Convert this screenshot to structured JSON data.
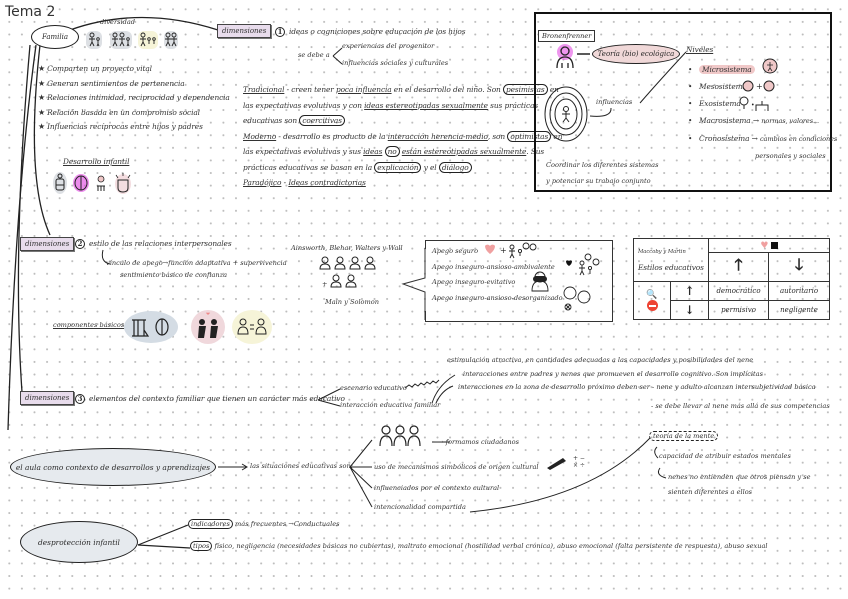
{
  "title": "Tema 2",
  "familia": {
    "label": "Familia",
    "diversidad_label": "diversidad",
    "bullets": [
      "Comparten un proyecto vital",
      "Generan sentimientos de pertenencia",
      "Relaciones intimidad, reciprocidad y dependencia",
      "Relación basada en un compromiso social",
      "Influencias recíprocas entre hijos y padres"
    ],
    "desarrollo_infantil_label": "Desarrollo infantil"
  },
  "dimension1": {
    "tag": "dimensiones",
    "number": "1",
    "text": "ideas o cogniciones sobre educación de los hijos",
    "se_debe_a": "se debe a",
    "branches": [
      "experiencias del progenitor",
      "influencias sociales y culturales"
    ],
    "tradicional": {
      "label": "Tradicional",
      "line1": " - creen tener ",
      "poca": "poca influencia",
      "line1b": " en el desarrollo del niño. Son ",
      "pesimistas": "pesimistas",
      "line1c": " en",
      "line2a": "las expectativas evolutivas y con ",
      "ideas": "ideas estereotipadas sexualmente",
      "line2b": " sus prácticas",
      "line3a": "educativas son ",
      "coercitivas": "coercitivas"
    },
    "moderno": {
      "label": "Moderno",
      "line1a": " - desarrollo es producto de la ",
      "interaccion": "interacción herencia-medio",
      "line1b": ", son ",
      "optimistas": "optimistas",
      "line1c": " en",
      "line2a": "las expectativas evolutivas y sus ",
      "ideas": "ideas",
      "no": "no",
      "estan": "están estereotipadas sexualmente",
      "line2b": ". Sus",
      "line3a": "prácticas educativas se basan en la ",
      "explicacion": "explicación",
      "line3b": " y el ",
      "dialogo": "diálogo"
    },
    "paradojico": {
      "label": "Paradójico",
      "sep": " - ",
      "text": "Ideas contradictorias"
    }
  },
  "bronfenbrenner": {
    "name": "Bronenfrenner",
    "theory": "Teoría (bio) ecológica",
    "influencias": "influencias",
    "niveles_label": "Niveles",
    "niveles": [
      {
        "label": "Microsistema",
        "extra": ""
      },
      {
        "label": "Mesosistema",
        "extra": ""
      },
      {
        "label": "Exosistema",
        "extra": ""
      },
      {
        "label": "Macrosistema",
        "extra": "normas, valores..."
      },
      {
        "label": "Cronosistema",
        "extra": "cambios en condiciones"
      }
    ],
    "crono_line2": "personales y sociales",
    "coordinar1": "Coordinar los diferentes sistemas",
    "coordinar2": "y potenciar su trabajo conjunto"
  },
  "dimension2": {
    "tag": "dimensiones",
    "number": "2",
    "text": "estilo de las relaciones interpersonales",
    "vinculo": "vínculo de apego→función adaptativa + supervivencia",
    "sentimiento": "sentimiento básico de confianza",
    "componentes": "componentes básicos",
    "authors": "Ainsworth, Blehar, Walters y Wall",
    "authors2": "Main y Solomon",
    "plus": "+",
    "apegos": [
      "Apego seguro",
      "Apego inseguro-ansioso-ambivalente",
      "Apego inseguro-evitativo",
      "Apego inseguro-ansioso-desorganizado"
    ]
  },
  "estilos": {
    "authors": "Maccoby y Martin",
    "label": "Estilos educativos",
    "cells": {
      "democratico": "democrático",
      "autoritario": "autoritario",
      "permisivo": "permisivo",
      "negligente": "negligente"
    }
  },
  "dimension3": {
    "tag": "dimensiones",
    "number": "3",
    "text": "elementos del contexto familiar que tienen un carácter más educativo",
    "escenario": "escenario educativo",
    "interaccion": "interacción educativa familiar",
    "items": [
      "estimulación atractiva, en cantidades adecuadas a las capacidades y posibilidades del nene",
      "interacciones entre padres y nenes que promueven el desarrollo cognitivo. Son implícitas",
      "interacciones en la zona de desarrollo próximo deben ser - nene y adulto alcanzan intersubjetividad básica",
      "- se debe llevar al nene más allá de sus competencias"
    ]
  },
  "aula": {
    "label": "el aula como contexto de desarrollos y aprendizajes",
    "situaciones": "las situaciones educativas son:",
    "formamos": "formamos ciudadanos",
    "branches": [
      "uso de mecanismos simbólicos de origen cultural",
      "influenciados por el contexto cultural",
      "intencionalidad compartida"
    ],
    "math": "+ −\n× ÷",
    "teoria_mente": "teoría de la mente",
    "capacidad": "capacidad de atribuir estados mentales",
    "nenes1": "nenes no entienden que otros piensan y se",
    "nenes2": "sienten diferentes a ellos"
  },
  "desproteccion": {
    "label": "desprotección infantil",
    "indicadores": "indicadores",
    "indicadores_text": " más frecuentes →Conductuales",
    "tipos": "tipos",
    "tipos_text": " físico, negligencia (necesidades básicas no cubiertas), maltrato emocional (hostilidad verbal crónica), abuso emocional (falta persistente de respuesta), abuso sexual"
  },
  "colors": {
    "dim_box": "#e8dcec",
    "pink": "#f0c8c8",
    "magenta": "#e040e0",
    "grey_blob": "#d8dde4",
    "pink_blob": "#f4dde0",
    "yellow_blob": "#f6f4d8",
    "ellipse_fill": "#e6eaee"
  }
}
